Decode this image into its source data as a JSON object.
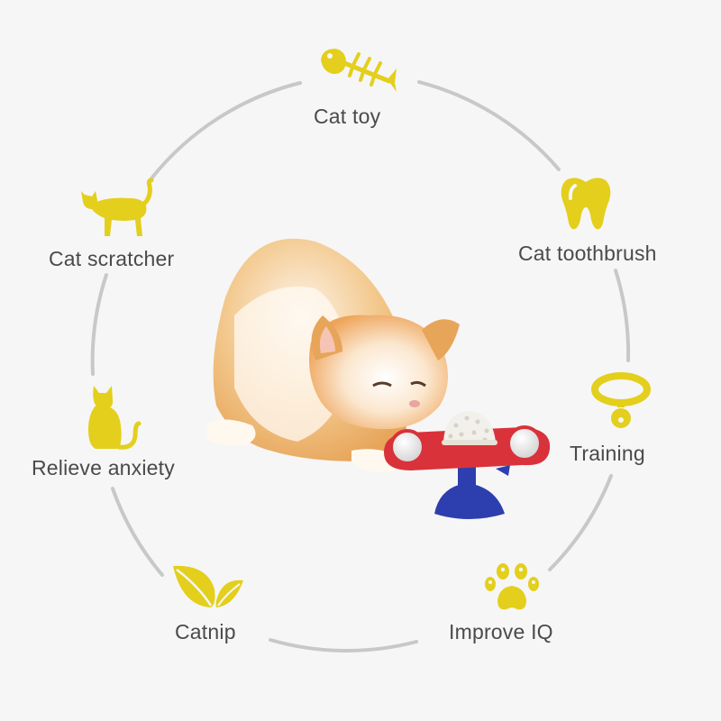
{
  "features": {
    "cat_toy": "Cat toy",
    "toothbrush": "Cat toothbrush",
    "training": "Training",
    "improve_iq": "Improve IQ",
    "catnip": "Catnip",
    "relieve_anxiety": "Relieve anxiety",
    "cat_scratcher": "Cat scratcher"
  },
  "icons": {
    "cat_toy": "fish-bone-icon",
    "toothbrush": "tooth-icon",
    "training": "collar-icon",
    "improve_iq": "paw-print-icon",
    "catnip": "leaf-icon",
    "relieve_anxiety": "sitting-cat-icon",
    "cat_scratcher": "standing-cat-icon"
  },
  "colors": {
    "icon_yellow": "#e3cf1c",
    "ring_gray": "#c8c8c8",
    "label_gray": "#4a4a4a",
    "toy_red": "#d9323a",
    "toy_blue": "#2d3fae"
  }
}
